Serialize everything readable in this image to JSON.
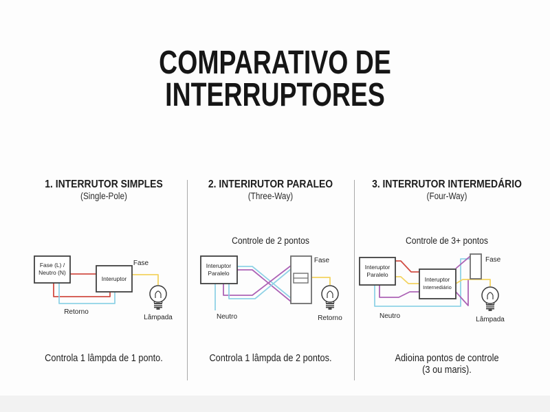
{
  "title": {
    "line1": "COMPARATIVO DE",
    "line2": "INTERRUPTORES"
  },
  "colors": {
    "wire_red": "#d14b42",
    "wire_cyan": "#8fd2e6",
    "wire_yellow": "#f3d35f",
    "wire_purple": "#ac62b5",
    "box_stroke": "#3f3f3f",
    "plate_stroke": "#6e6e6e"
  },
  "columns": {
    "0": {
      "heading": "1. INTERRUTOR SIMPLES",
      "subheading": "(Single-Pole)",
      "caption": "Controla 1 lâmpda de 1 ponto.",
      "diagram": {
        "source_line1": "Fase (L) /",
        "source_line2": "Neutro (N)",
        "switch_label": "Interuptor",
        "fase_label": "Fase",
        "retorno_label": "Retorno",
        "lamp_label": "Lâmpada"
      }
    },
    "1": {
      "heading": "2. INTERIRUTOR PARALEO",
      "subheading": "(Three-Way)",
      "note": "Controle de 2 pontos",
      "caption": "Controla 1 lâmpda de 2 pontos.",
      "diagram": {
        "switch_line1": "Interuptor",
        "switch_line2": "Paralelo",
        "fase_label": "Fase",
        "neutro_label": "Neutro",
        "lamp_label": "Retorno"
      }
    },
    "2": {
      "heading": "3. INTERRUTOR INTERMEDÁRIO",
      "subheading": "(Four-Way)",
      "note": "Controle de 3+ pontos",
      "caption_line1": "Adioina pontos de controle",
      "caption_line2": "(3 ou maris).",
      "diagram": {
        "switch_line1": "Interuptor",
        "switch_line2": "Paralelo",
        "middle_line1": "Interuptor",
        "middle_line2": "Internediário",
        "fase_label": "Fase",
        "neutro_label": "Neutro",
        "lamp_label": "Lâmpada"
      }
    }
  }
}
